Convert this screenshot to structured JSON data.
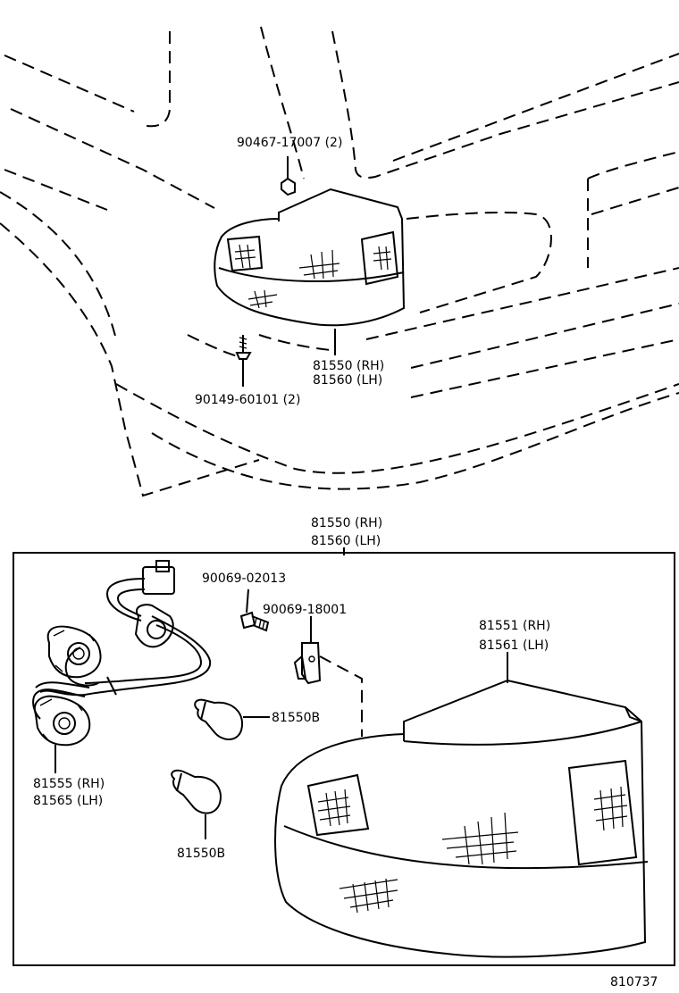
{
  "labels": {
    "screw_top": "90467-17007 (2)",
    "lamp_rh_top": "81550 (RH)",
    "lamp_lh_top": "81560 (LH)",
    "screw_bottom": "90149-60101 (2)",
    "assembly_rh": "81550 (RH)",
    "assembly_lh": "81560 (LH)",
    "bolt": "90069-02013",
    "clip": "90069-18001",
    "lens_rh": "81551 (RH)",
    "lens_lh": "81561 (LH)",
    "bulb_upper": "81550B",
    "bulb_lower": "81550B",
    "socket_rh": "81555 (RH)",
    "socket_lh": "81565 (LH)",
    "diagram_number": "810737"
  }
}
